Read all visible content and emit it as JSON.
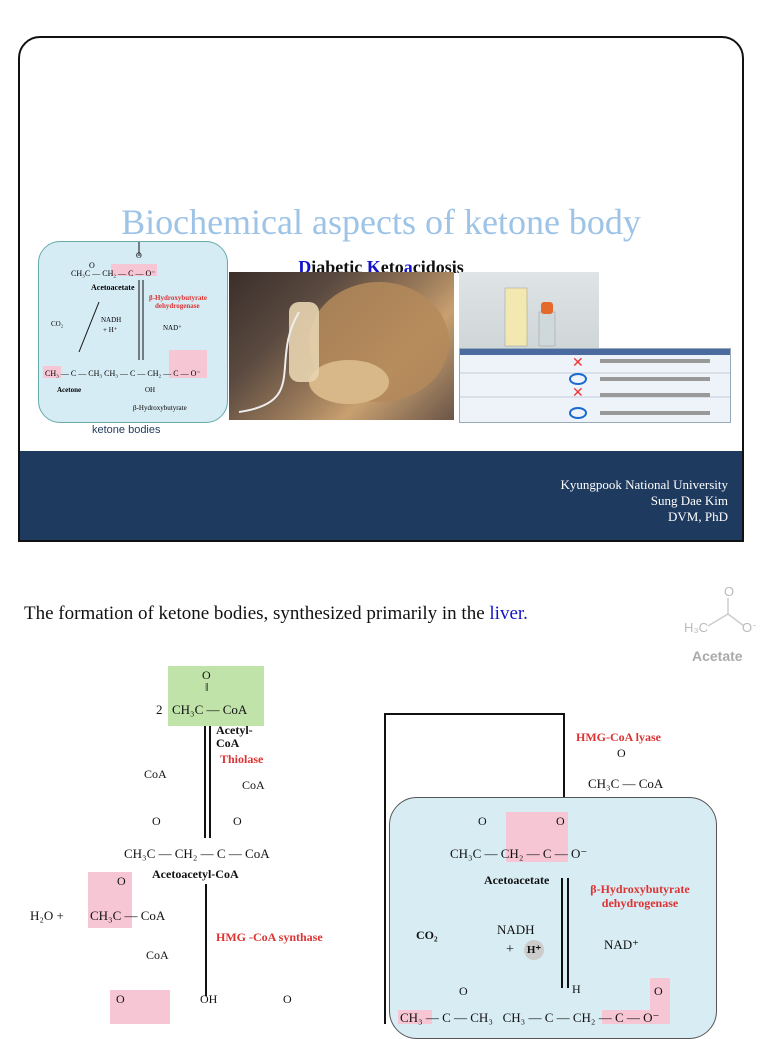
{
  "slide": {
    "title": "Biochemical aspects of ketone body",
    "subtitle_parts": [
      "D",
      "iabetic ",
      "K",
      "eto",
      "a",
      "cidosis"
    ],
    "diagram": {
      "acetoacetate_label": "Acetoacetate",
      "enzyme_label": "β-Hydroxybutyrate dehydrogenase",
      "co2": "CO₂",
      "nadh": "NADH",
      "hplus": "+ H⁺",
      "nad": "NAD⁺",
      "acetone_label": "Acetone",
      "bhb_label": "β-Hydroxybutyrate",
      "caption": "ketone bodies"
    },
    "footer": {
      "line1": "Kyungpook National University",
      "line2": "Sung Dae Kim",
      "line3": "DVM, PhD"
    }
  },
  "body": {
    "sentence_prefix": "The formation of ketone bodies, synthesized primarily in the ",
    "sentence_link": "liver.",
    "acetate_logo": "Acetate"
  },
  "pathway_left": {
    "coefficient": "2",
    "acetyl_coa_formula": "CH₃C — CoA",
    "acetyl_coa_label": "Acetyl-CoA",
    "thiolase": "Thiolase",
    "coa_out": "CoA",
    "coa_in": "CoA",
    "acetoacetyl_formula": "CH₃C — CH₂ — C — CoA",
    "acetoacetyl_label": "Acetoacetyl-CoA",
    "water": "H₂O +",
    "acetyl_formula2": "CH₃C — CoA",
    "hmg_synthase": "HMG -CoA synthase",
    "coa_out2": "CoA",
    "oh": "OH"
  },
  "pathway_right": {
    "hmg_lyase": "HMG-CoA lyase",
    "acetyl_coa_formula": "CH₃C — CoA",
    "acetoacetate_formula": "CH₃C — CH₂ — C — O⁻",
    "acetoacetate_label": "Acetoacetate",
    "enzyme": "β-Hydroxybutyrate dehydrogenase",
    "co2": "CO₂",
    "nadh": "NADH",
    "plus": "+",
    "hplus": "H⁺",
    "nad": "NAD⁺",
    "h": "H",
    "bottom_formula": "CH₃ — C — CH₃   CH₃ — C — CH₂ — C — O⁻"
  }
}
